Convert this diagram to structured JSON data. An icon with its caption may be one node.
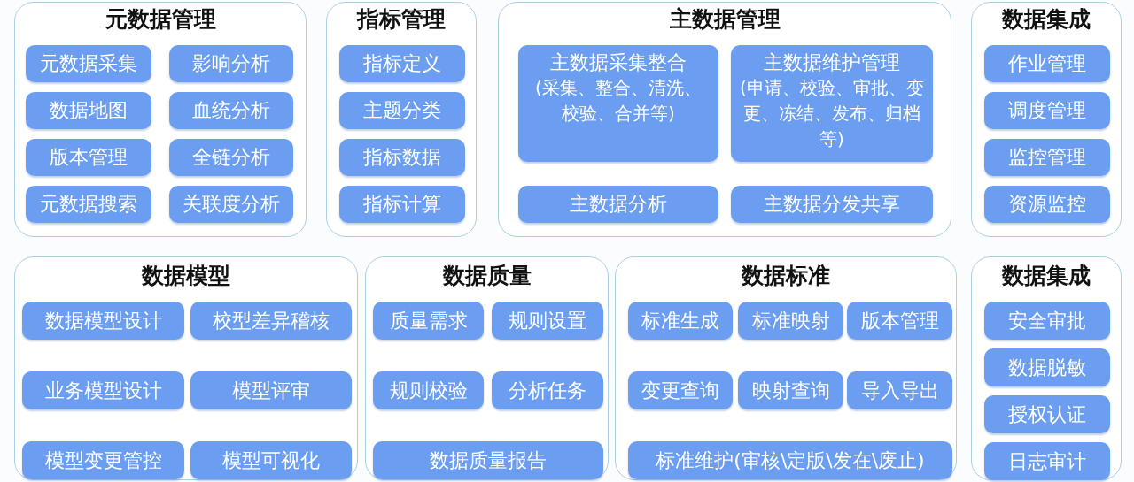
{
  "diagram": {
    "nodes": [
      {
        "text": [
          "元数据管理"
        ]
      },
      {
        "text": [
          "元数据采集"
        ],
        "in": 0
      },
      {
        "text": [
          "影响分析"
        ],
        "in": 0
      },
      {
        "text": [
          "数据地图"
        ],
        "in": 0
      },
      {
        "text": [
          "血统分析"
        ],
        "in": 0
      },
      {
        "text": [
          "版本管理"
        ],
        "in": 0
      },
      {
        "text": [
          "全链分析"
        ],
        "in": 0
      },
      {
        "text": [
          "元数据搜索"
        ],
        "in": 0
      },
      {
        "text": [
          "关联度分析"
        ],
        "in": 0
      },
      {
        "text": [
          "指标管理"
        ]
      },
      {
        "text": [
          "指标定义"
        ],
        "in": 9
      },
      {
        "text": [
          "主题分类"
        ],
        "in": 9
      },
      {
        "text": [
          "指标数据"
        ],
        "in": 9
      },
      {
        "text": [
          "指标计算"
        ],
        "in": 9
      },
      {
        "text": [
          "主数据管理"
        ]
      },
      {
        "text": [
          "主数据采集整合",
          "(采集、整合、清洗、校验、合并等)"
        ],
        "in": 14
      },
      {
        "text": [
          "主数据维护管理",
          "(申请、校验、审批、变更、冻结、发布、归档等)"
        ],
        "in": 14
      },
      {
        "text": [
          "主数据分析"
        ],
        "in": 14
      },
      {
        "text": [
          "主数据分发共享"
        ],
        "in": 14
      },
      {
        "text": [
          "数据集成"
        ]
      },
      {
        "text": [
          "作业管理"
        ],
        "in": 19
      },
      {
        "text": [
          "调度管理"
        ],
        "in": 19
      },
      {
        "text": [
          "监控管理"
        ],
        "in": 19
      },
      {
        "text": [
          "资源监控"
        ],
        "in": 19
      },
      {
        "text": [
          "数据模型"
        ]
      },
      {
        "text": [
          "数据模型设计"
        ],
        "in": 24
      },
      {
        "text": [
          "校型差异稽核"
        ],
        "in": 24
      },
      {
        "text": [
          "业务模型设计"
        ],
        "in": 24
      },
      {
        "text": [
          "模型评审"
        ],
        "in": 24
      },
      {
        "text": [
          "模型变更管控"
        ],
        "in": 24
      },
      {
        "text": [
          "模型可视化"
        ],
        "in": 24
      },
      {
        "text": [
          "数据质量"
        ]
      },
      {
        "text": [
          "质量需求"
        ],
        "in": 31
      },
      {
        "text": [
          "规则设置"
        ],
        "in": 31
      },
      {
        "text": [
          "规则校验"
        ],
        "in": 31
      },
      {
        "text": [
          "分析任务"
        ],
        "in": 31
      },
      {
        "text": [
          "数据质量报告"
        ],
        "in": 31
      },
      {
        "text": [
          "数据标准"
        ]
      },
      {
        "text": [
          "标准生成"
        ],
        "in": 37
      },
      {
        "text": [
          "标准映射"
        ],
        "in": 37
      },
      {
        "text": [
          "版本管理"
        ],
        "in": 37
      },
      {
        "text": [
          "变更查询"
        ],
        "in": 37
      },
      {
        "text": [
          "映射查询"
        ],
        "in": 37
      },
      {
        "text": [
          "导入导出"
        ],
        "in": 37
      },
      {
        "text": [
          "标准维护(审核\\定版\\发在\\废止)"
        ],
        "in": 37
      },
      {
        "text": [
          "数据集成"
        ]
      },
      {
        "text": [
          "安全审批"
        ],
        "in": 45
      },
      {
        "text": [
          "数据脱敏"
        ],
        "in": 45
      },
      {
        "text": [
          "授权认证"
        ],
        "in": 45
      },
      {
        "text": [
          "日志审计"
        ],
        "in": 45
      }
    ]
  }
}
